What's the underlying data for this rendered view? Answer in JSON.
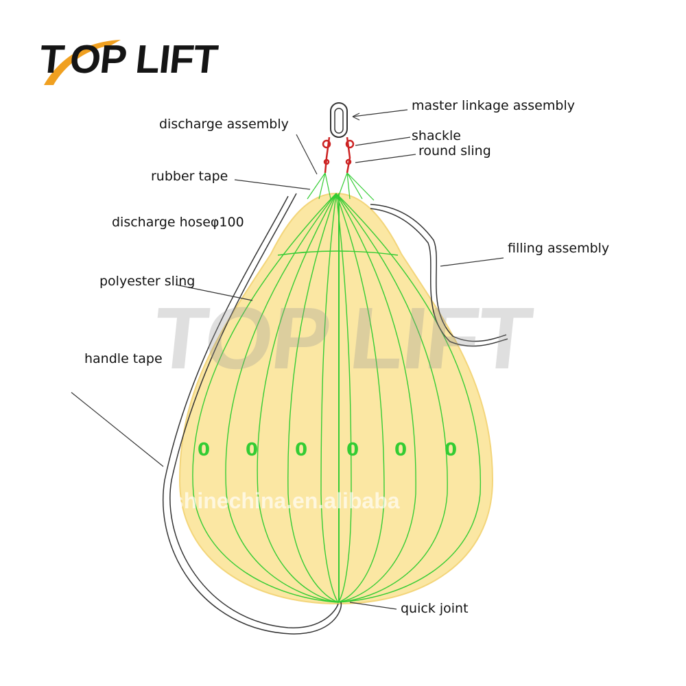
{
  "logo": {
    "part1": "T",
    "part2": "OP",
    "part3": "LIFT",
    "accent_color": "#f0a020",
    "text_color": "#141414"
  },
  "watermarks": {
    "brand": "TOP LIFT",
    "site": "shinechina.en.alibaba"
  },
  "labels": {
    "master_linkage": "master linkage assembly",
    "discharge_assembly": "discharge assembly",
    "shackle": "shackle",
    "round_sling": "round sling",
    "rubber_tape": "rubber tape",
    "discharge_hose": "discharge hoseφ100",
    "filling_assembly": "filling assembly",
    "polyester_sling": "polyester sling",
    "handle_tape": "handle tape",
    "quick_joint": "quick joint"
  },
  "colors": {
    "bag_fill": "#fbe7a3",
    "sling_green": "#33cc33",
    "hardware_red": "#cc2222",
    "line": "#333333"
  },
  "clamp_marks": [
    "0",
    "0",
    "0",
    "0",
    "0",
    "0"
  ]
}
